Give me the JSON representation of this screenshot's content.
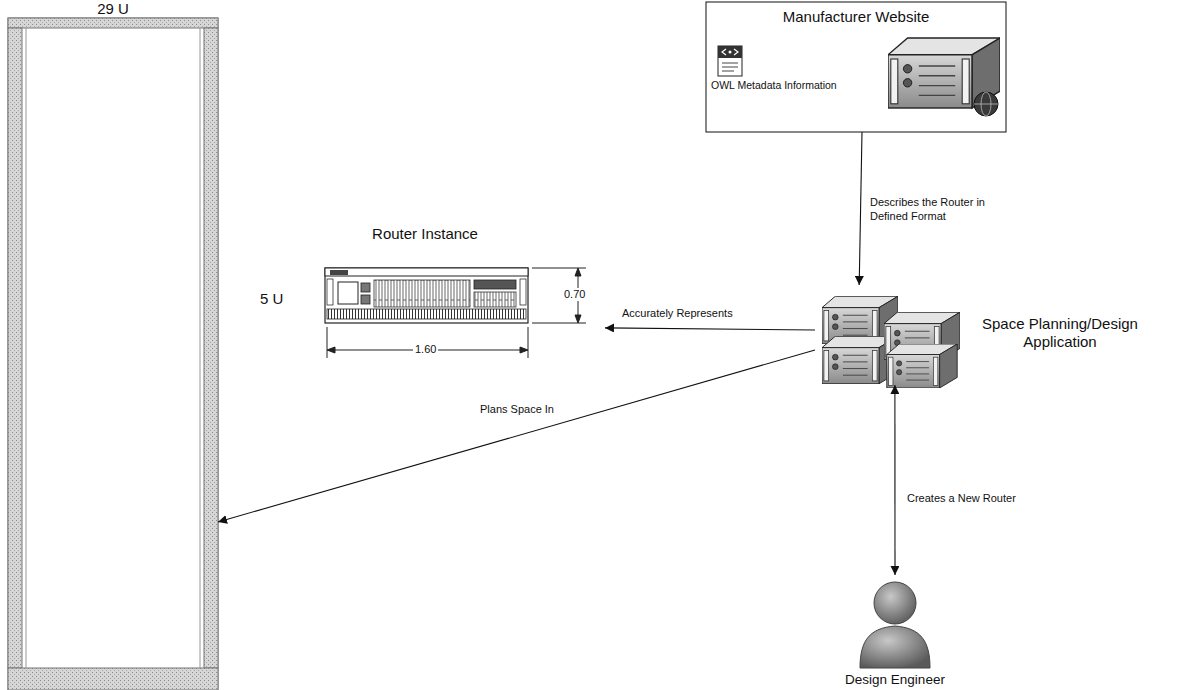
{
  "diagram": {
    "nodes": [
      {
        "text": [
          "29 U"
        ]
      },
      {
        "text": [
          "Manufacturer Website",
          "OWL Metadata Information"
        ]
      },
      {
        "text": [
          "Router Instance"
        ]
      },
      {
        "text": [
          "Space Planning/Design Application"
        ]
      },
      {
        "text": [
          "Design Engineer"
        ]
      }
    ],
    "edges": [
      {
        "from": 1,
        "to": 3,
        "label": "Describes the Router in Defined Format",
        "arrow": "to"
      },
      {
        "from": 3,
        "to": 2,
        "label": "Accurately Represents",
        "arrow": "to"
      },
      {
        "from": 3,
        "to": 0,
        "label": "Plans Space In",
        "arrow": "to"
      },
      {
        "from": 4,
        "to": 3,
        "label": "Creates a New Router",
        "arrow": "both"
      }
    ],
    "labels": [
      "5 U",
      "0.70",
      "1.60"
    ]
  }
}
